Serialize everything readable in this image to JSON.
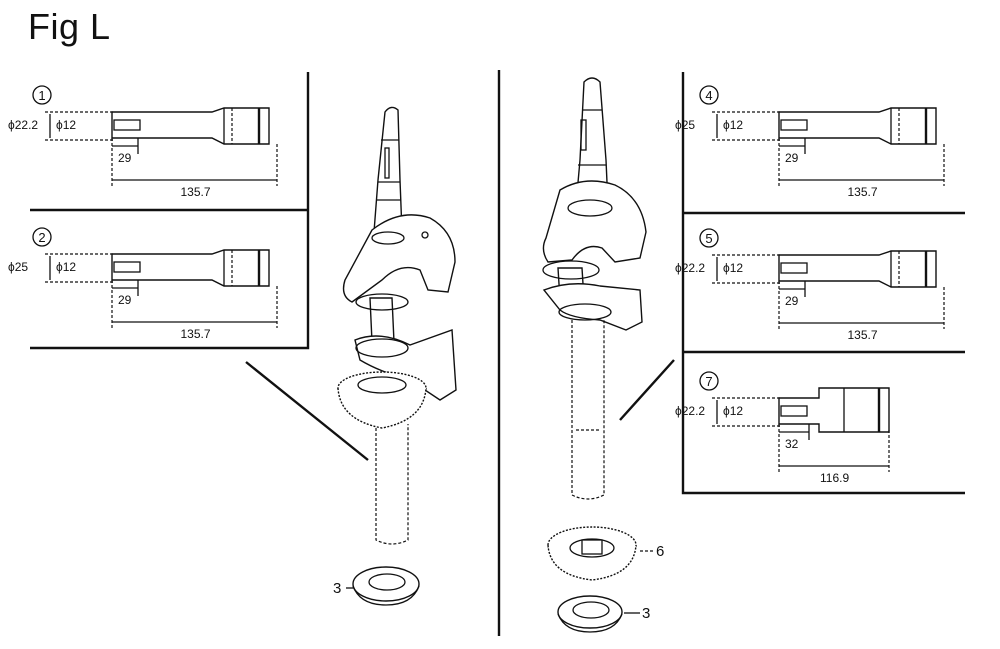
{
  "figure": {
    "title": "Fig L"
  },
  "detail_panels": [
    {
      "id": "panel-1",
      "number": "1",
      "outer_diameter": "ϕ22.2",
      "inner_diameter": "ϕ12",
      "bore_depth": "29",
      "overall_length": "135.7"
    },
    {
      "id": "panel-2",
      "number": "2",
      "outer_diameter": "ϕ25",
      "inner_diameter": "ϕ12",
      "bore_depth": "29",
      "overall_length": "135.7"
    },
    {
      "id": "panel-4",
      "number": "4",
      "outer_diameter": "ϕ25",
      "inner_diameter": "ϕ12",
      "bore_depth": "29",
      "overall_length": "135.7"
    },
    {
      "id": "panel-5",
      "number": "5",
      "outer_diameter": "ϕ22.2",
      "inner_diameter": "ϕ12",
      "bore_depth": "29",
      "overall_length": "135.7"
    },
    {
      "id": "panel-7",
      "number": "7",
      "outer_diameter": "ϕ22.2",
      "inner_diameter": "ϕ12",
      "bore_depth": "32",
      "overall_length": "116.9"
    }
  ],
  "callouts": {
    "left_washer": "3",
    "right_gear": "6",
    "right_washer": "3"
  }
}
